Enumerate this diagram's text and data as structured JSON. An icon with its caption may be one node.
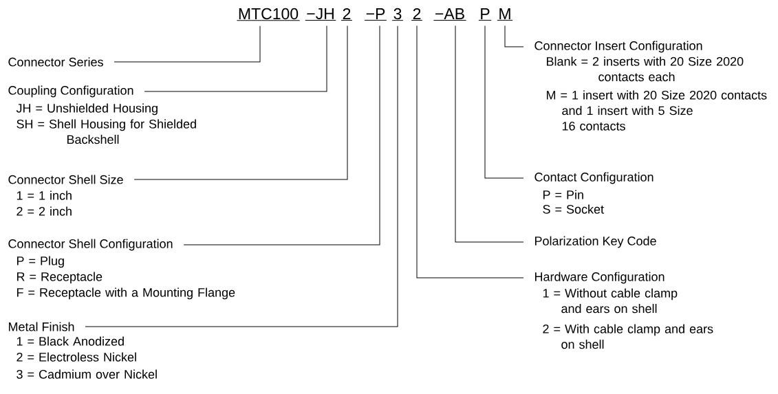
{
  "diagram": {
    "nodes": [
      {
        "text": [
          "MTC100"
        ]
      },
      {
        "text": [
          "−JH"
        ]
      },
      {
        "text": [
          "2"
        ]
      },
      {
        "text": [
          "−P"
        ]
      },
      {
        "text": [
          "3"
        ]
      },
      {
        "text": [
          "2"
        ]
      },
      {
        "text": [
          "−AB"
        ]
      },
      {
        "text": [
          "P"
        ]
      },
      {
        "text": [
          "M"
        ]
      },
      {
        "text": [
          "Connector Series"
        ]
      },
      {
        "text": [
          "Coupling Configuration",
          "JH = Unshielded Housing",
          "SH = Shell Housing for Shielded Backshell"
        ]
      },
      {
        "text": [
          "Connector Shell Size",
          "1 = 1 inch",
          "2 = 2 inch"
        ]
      },
      {
        "text": [
          "Connector Shell Configuration",
          "P = Plug",
          "R = Receptacle",
          "F = Receptacle with a Mounting Flange"
        ]
      },
      {
        "text": [
          "Metal Finish",
          "1 = Black Anodized",
          "2 = Electroless Nickel",
          "3 = Cadmium over Nickel"
        ]
      },
      {
        "text": [
          "Connector Insert Configuration",
          "Blank = 2 inserts with 20 Size 2020 contacts each",
          "M = 1 insert with 20 Size 2020 contacts and 1 insert with 5 Size 16 contacts"
        ]
      },
      {
        "text": [
          "Contact Configuration",
          "P = Pin",
          "S = Socket"
        ]
      },
      {
        "text": [
          "Polarization Key Code"
        ]
      },
      {
        "text": [
          "Hardware Configuration",
          "1 = Without cable clamp and ears on shell",
          "2 = With cable clamp and ears on shell"
        ]
      }
    ],
    "edges": [
      {
        "from": 0,
        "to": 9,
        "arrow": "none"
      },
      {
        "from": 1,
        "to": 10,
        "arrow": "none"
      },
      {
        "from": 2,
        "to": 11,
        "arrow": "none"
      },
      {
        "from": 3,
        "to": 12,
        "arrow": "none"
      },
      {
        "from": 4,
        "to": 13,
        "arrow": "none"
      },
      {
        "from": 8,
        "to": 14,
        "arrow": "none"
      },
      {
        "from": 7,
        "to": 15,
        "arrow": "none"
      },
      {
        "from": 6,
        "to": 16,
        "arrow": "none"
      },
      {
        "from": 5,
        "to": 17,
        "arrow": "none"
      }
    ]
  }
}
